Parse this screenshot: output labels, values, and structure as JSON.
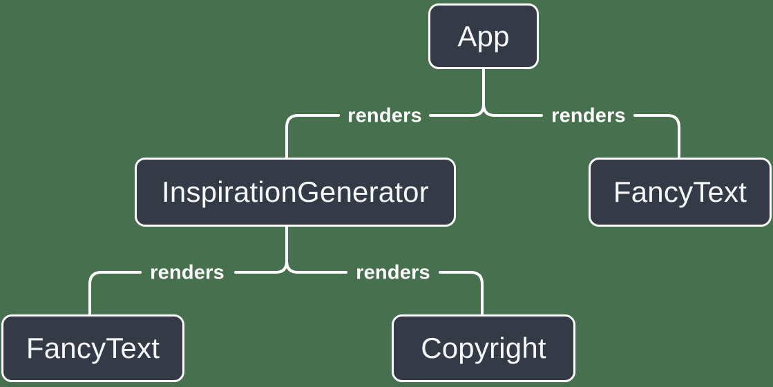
{
  "colors": {
    "background": "#47704E",
    "node_fill": "#343A46",
    "node_border": "#FFFFFF",
    "edge_line": "#FFFFFF",
    "node_text": "#F6F7F9",
    "edge_label_text": "#FFFFFF"
  },
  "nodes": [
    {
      "id": "app",
      "label": "App"
    },
    {
      "id": "inspiration-generator",
      "label": "InspirationGenerator"
    },
    {
      "id": "fancy-text-top",
      "label": "FancyText"
    },
    {
      "id": "fancy-text-bottom",
      "label": "FancyText"
    },
    {
      "id": "copyright",
      "label": "Copyright"
    }
  ],
  "edges": [
    {
      "from": "App",
      "to": "InspirationGenerator",
      "label": "renders"
    },
    {
      "from": "App",
      "to": "FancyText",
      "label": "renders"
    },
    {
      "from": "InspirationGenerator",
      "to": "FancyText",
      "label": "renders"
    },
    {
      "from": "InspirationGenerator",
      "to": "Copyright",
      "label": "renders"
    }
  ]
}
